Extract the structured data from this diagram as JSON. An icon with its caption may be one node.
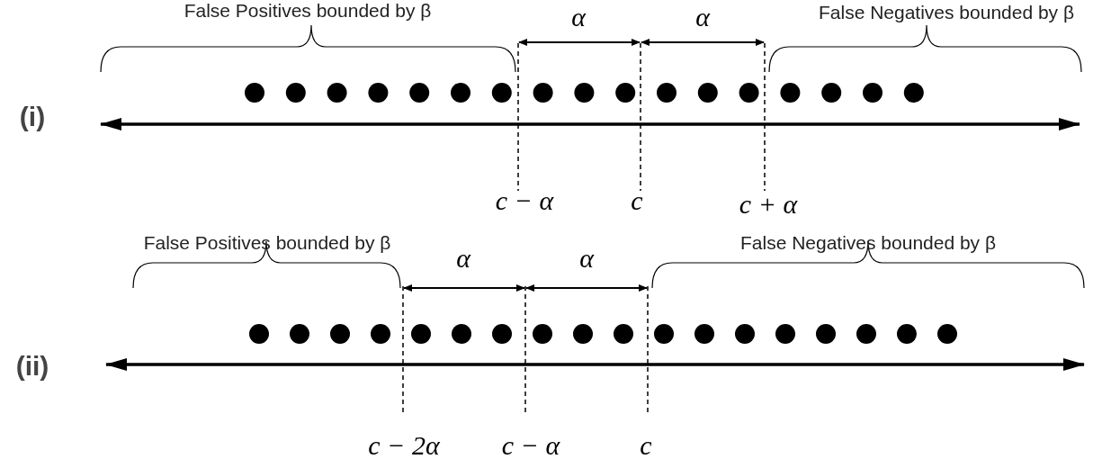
{
  "diagram": {
    "labels": [
      "False Positives bounded by β",
      "α",
      "α",
      "False Negatives bounded by β",
      "(i)",
      "c − α",
      "c",
      "c + α",
      "False Positives bounded by β",
      "α",
      "α",
      "False Negatives bounded by β",
      "(ii)",
      "c − 2α",
      "c − α",
      "c"
    ]
  }
}
